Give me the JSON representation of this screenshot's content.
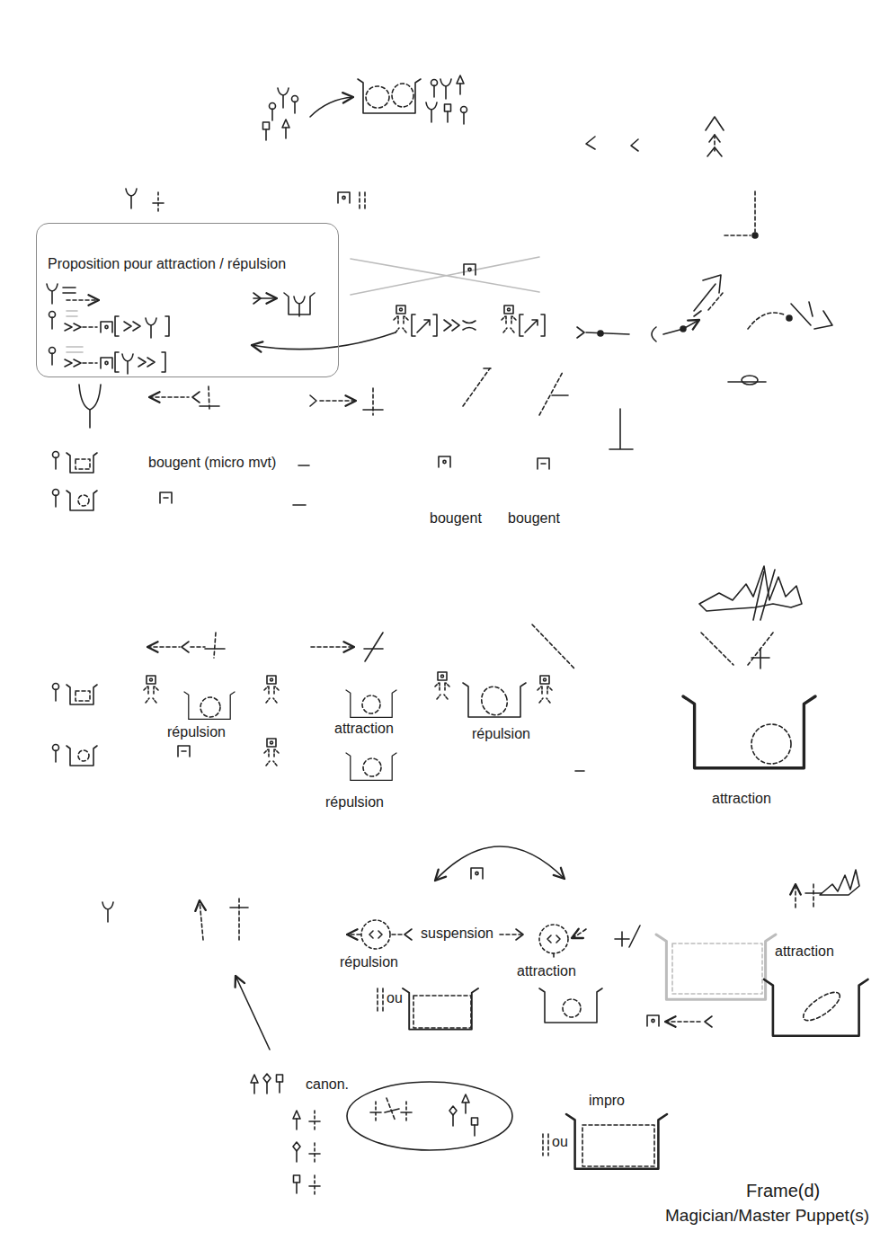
{
  "diagram": {
    "nodes": [
      {
        "text": [
          "Proposition pour attraction / répulsion"
        ]
      }
    ],
    "labels": [
      "bougent (micro mvt)",
      "bougent",
      "bougent",
      "répulsion",
      "attraction",
      "répulsion",
      "attraction",
      "répulsion",
      "suspension",
      "attraction",
      "répulsion",
      "attraction",
      "ou",
      "canon.",
      "impro",
      "ou",
      "Frame(d)",
      "Magician/Master Puppet(s)"
    ]
  }
}
